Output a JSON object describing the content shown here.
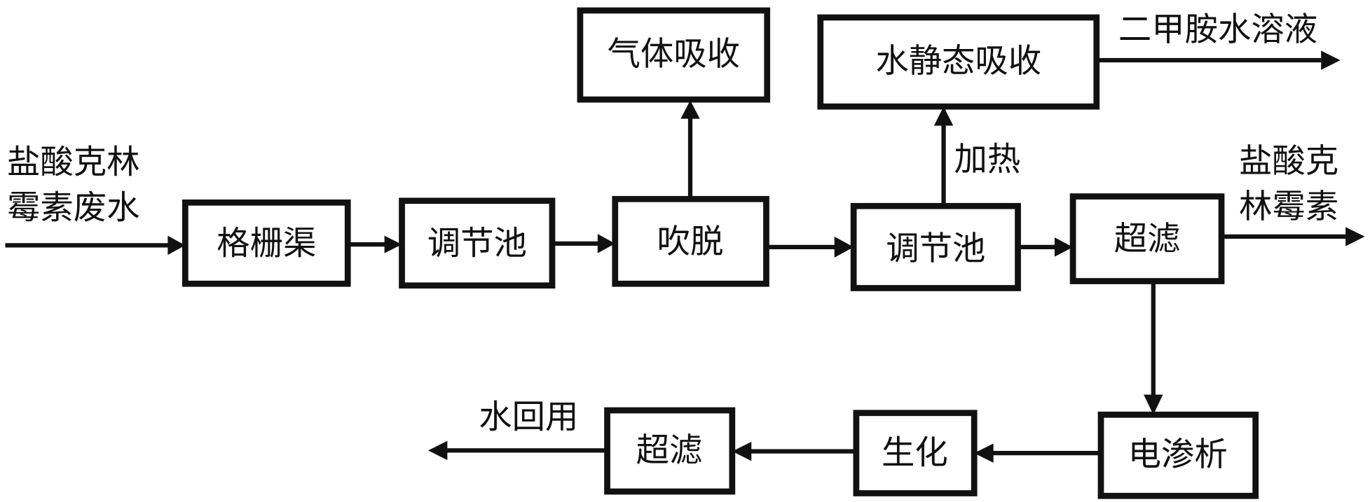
{
  "diagram": {
    "type": "process-flow",
    "colors": {
      "stroke": "#111111",
      "background": "#ffffff"
    },
    "input": {
      "line1": "盐酸克林",
      "line2": "霉素废水"
    },
    "boxes": {
      "grille": "格栅渠",
      "equalization1": "调节池",
      "stripping": "吹脱",
      "gas_absorption": "气体吸收",
      "equalization2": "调节池",
      "water_static_absorption": "水静态吸收",
      "ultrafiltration1": "超滤",
      "electrodialysis": "电渗析",
      "biochemical": "生化",
      "ultrafiltration2": "超滤"
    },
    "labels": {
      "heating": "加热",
      "dimethylamine_output": "二甲胺水溶液",
      "product_output": {
        "line1": "盐酸克",
        "line2": "林霉素"
      },
      "water_reuse": "水回用"
    },
    "edges": [
      [
        "input",
        "grille"
      ],
      [
        "grille",
        "equalization1"
      ],
      [
        "equalization1",
        "stripping"
      ],
      [
        "stripping",
        "gas_absorption"
      ],
      [
        "stripping",
        "equalization2"
      ],
      [
        "equalization2",
        "water_static_absorption"
      ],
      [
        "water_static_absorption",
        "dimethylamine_output"
      ],
      [
        "equalization2",
        "ultrafiltration1"
      ],
      [
        "ultrafiltration1",
        "product_output"
      ],
      [
        "ultrafiltration1",
        "electrodialysis"
      ],
      [
        "electrodialysis",
        "biochemical"
      ],
      [
        "biochemical",
        "ultrafiltration2"
      ],
      [
        "ultrafiltration2",
        "water_reuse"
      ]
    ]
  }
}
